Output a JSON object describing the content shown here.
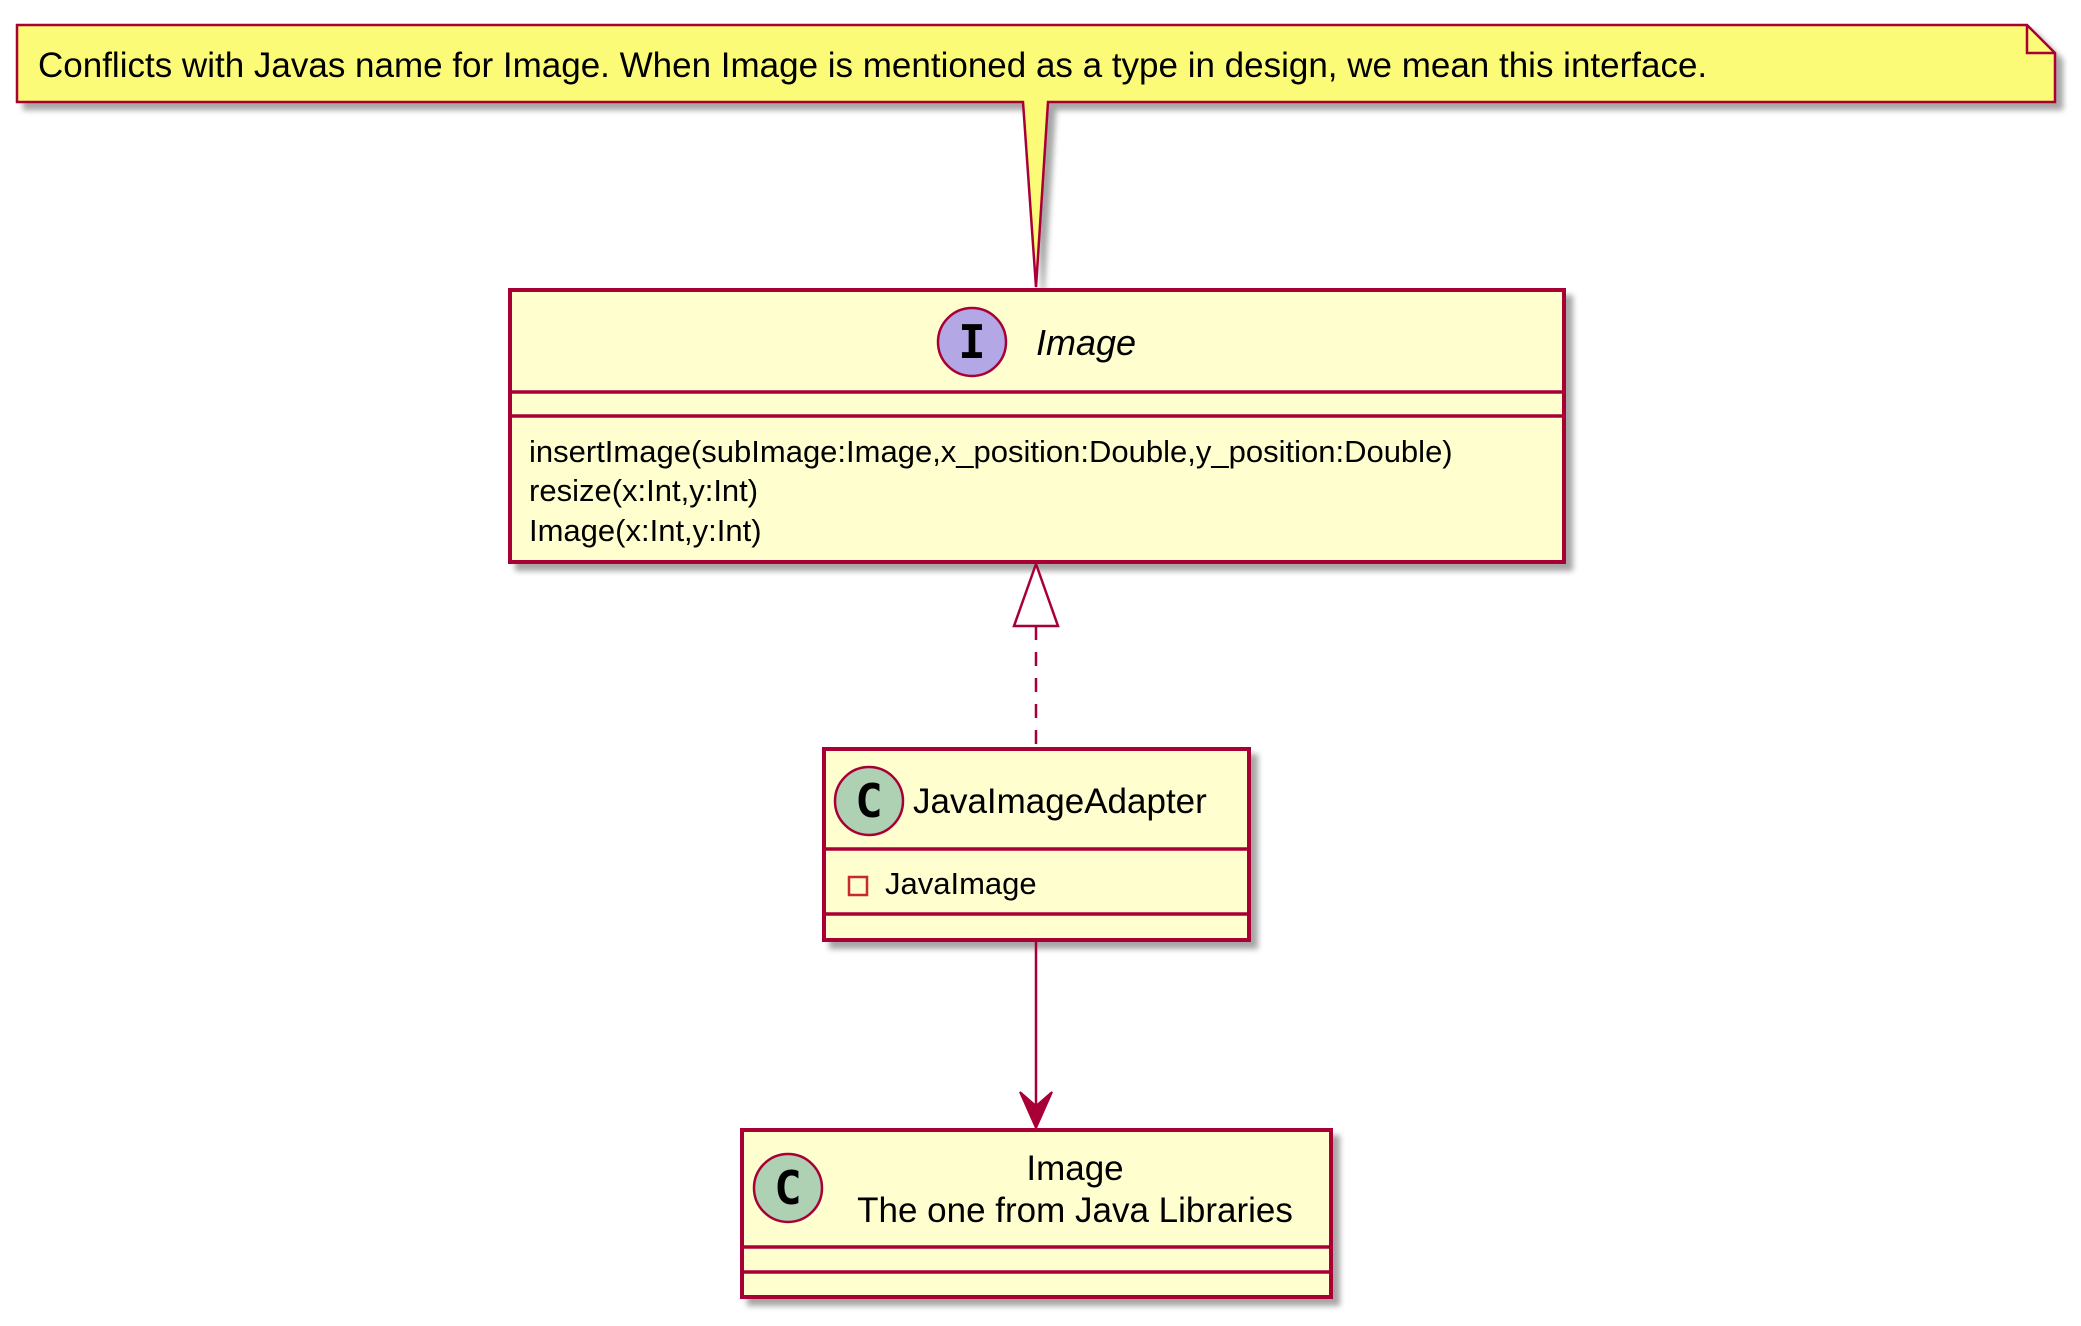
{
  "note": {
    "text": "Conflicts with Javas name for Image. When Image is mentioned as a type in design, we mean this interface."
  },
  "interface_image": {
    "stereotype_glyph": "I",
    "name": "Image",
    "methods": [
      "insertImage(subImage:Image,x_position:Double,y_position:Double)",
      "resize(x:Int,y:Int)",
      "Image(x:Int,y:Int)"
    ]
  },
  "adapter_class": {
    "stereotype_glyph": "C",
    "name": "JavaImageAdapter",
    "fields": [
      "JavaImage"
    ],
    "field_visibility": "private"
  },
  "java_image_class": {
    "stereotype_glyph": "C",
    "name_lines": [
      "Image",
      "The one from  Java Libraries"
    ]
  },
  "relations": [
    {
      "from": "note",
      "to": "interface_image",
      "kind": "note-anchor"
    },
    {
      "from": "adapter_class",
      "to": "interface_image",
      "kind": "realization"
    },
    {
      "from": "adapter_class",
      "to": "java_image_class",
      "kind": "association"
    }
  ],
  "colors": {
    "border": "#a80036",
    "class_fill": "#fefece",
    "note_fill": "#fbfb77",
    "interface_badge": "#b4a7e5",
    "class_badge": "#add1b2",
    "shadow": "#c8c8c8"
  }
}
